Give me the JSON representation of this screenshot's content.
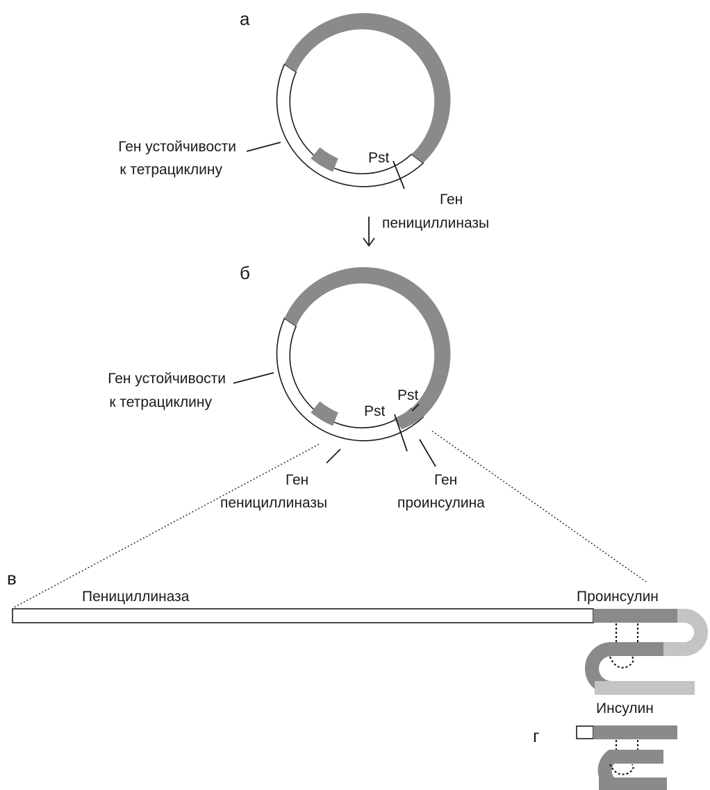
{
  "panels": {
    "a": "а",
    "b": "б",
    "v": "в",
    "g": "г"
  },
  "plasmid_a": {
    "tetracycline_gene_line1": "Ген устойчивости",
    "tetracycline_gene_line2": "к тетрациклину",
    "pst_site": "Pst",
    "penicillinase_gene_line1": "Ген",
    "penicillinase_gene_line2": "пенициллиназы"
  },
  "plasmid_b": {
    "tetracycline_gene_line1": "Ген устойчивости",
    "tetracycline_gene_line2": "к тетрациклину",
    "pst_site_1": "Pst",
    "pst_site_2": "Pst",
    "penicillinase_gene_line1": "Ген",
    "penicillinase_gene_line2": "пенициллиназы",
    "proinsulin_gene_line1": "Ген",
    "proinsulin_gene_line2": "проинсулина"
  },
  "fusion_protein": {
    "penicillinase_label": "Пенициллиназа",
    "proinsulin_label": "Проинсулин"
  },
  "insulin": {
    "label": "Инсулин"
  },
  "colors": {
    "dna_gray": "#8a8a8a",
    "chain_light_gray": "#c4c4c4",
    "outline": "#1a1a1a",
    "background": "#ffffff"
  }
}
